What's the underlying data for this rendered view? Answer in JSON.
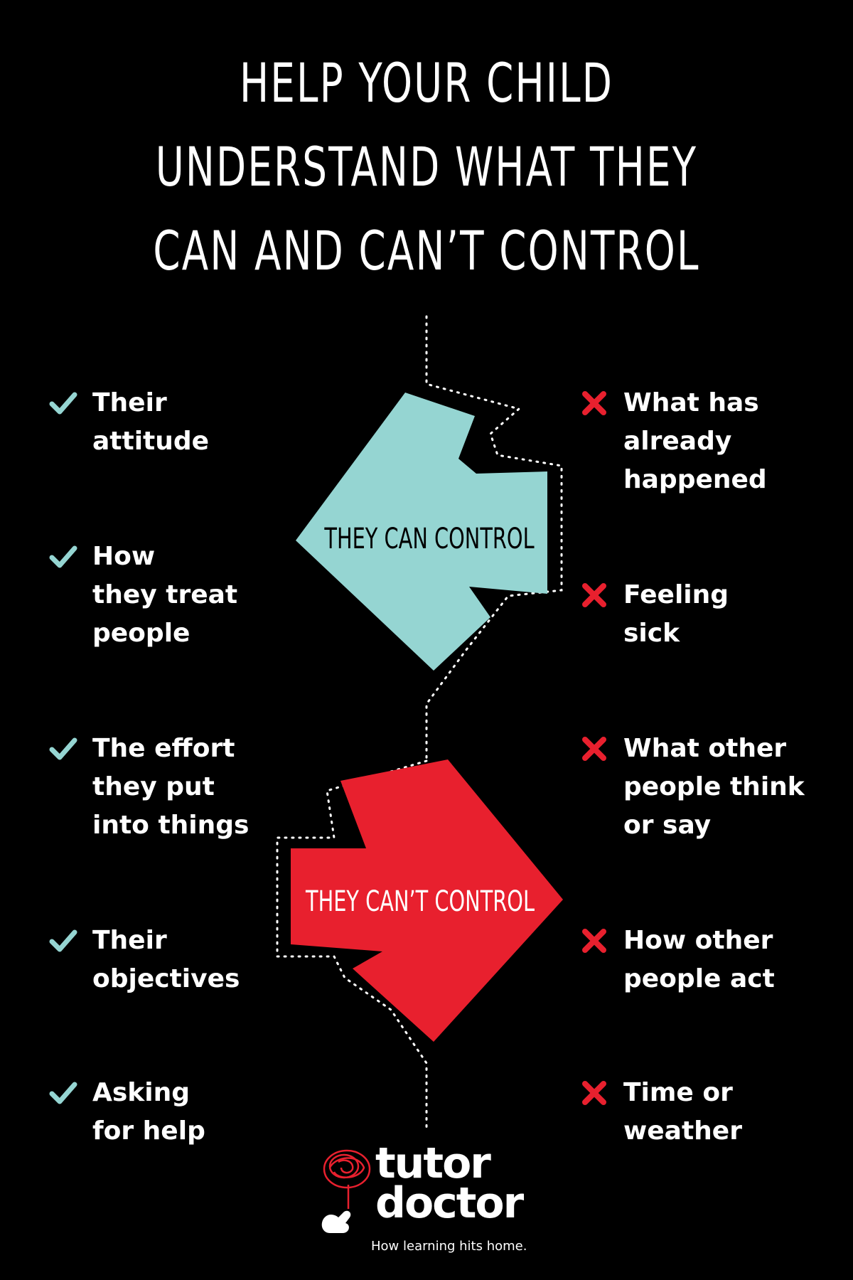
{
  "title": {
    "line1": "HELP YOUR CHILD",
    "line2": "UNDERSTAND WHAT THEY",
    "line3": "CAN AND CAN’T CONTROL"
  },
  "arrows": {
    "can_label": "THEY CAN CONTROL",
    "cant_label": "THEY CAN’T CONTROL"
  },
  "can_control": [
    "Their\nattitude",
    "How\nthey treat\npeople",
    "The effort\nthey put\ninto things",
    "Their\nobjectives",
    "Asking\nfor help"
  ],
  "cant_control": [
    "What has\nalready\nhappened",
    "Feeling\nsick",
    "What other\npeople think\nor say",
    "How other\npeople act",
    "Time or\nweather"
  ],
  "logo": {
    "brand": "tutor\ndoctor",
    "tagline": "How learning hits home."
  },
  "colors": {
    "background": "#000000",
    "teal": "#95d5d2",
    "red": "#e8202e",
    "text": "#ffffff"
  },
  "icons": {
    "can": "check-icon",
    "cant": "cross-icon"
  }
}
